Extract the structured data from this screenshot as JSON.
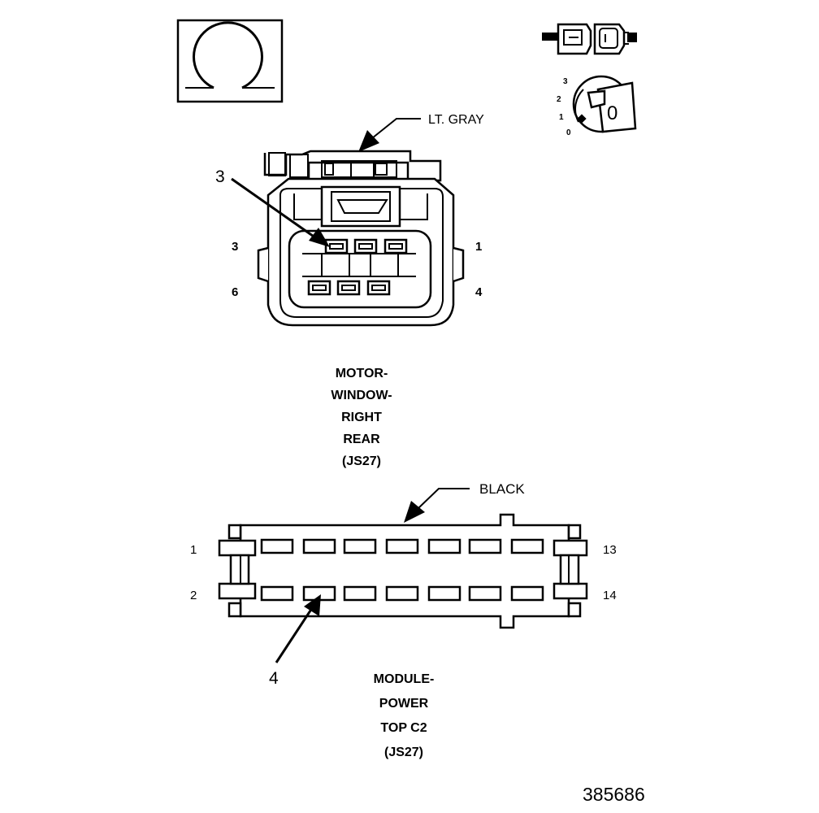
{
  "icons": {
    "ohm_symbol": "ohm-meter-icon",
    "connector_pair": "connector-pair-icon",
    "ignition": "ignition-switch-icon",
    "ignition_key_label": "0",
    "ignition_positions": [
      "3",
      "2",
      "1",
      "0"
    ]
  },
  "connector_top": {
    "color_label": "LT. GRAY",
    "callout": "3",
    "pin_labels": {
      "top_left": "3",
      "top_right": "1",
      "bottom_left": "6",
      "bottom_right": "4"
    },
    "name_lines": [
      "MOTOR-",
      "WINDOW-",
      "RIGHT",
      "REAR",
      "(JS27)"
    ]
  },
  "connector_bottom": {
    "color_label": "BLACK",
    "callout": "4",
    "pin_labels": {
      "top_left": "1",
      "bottom_left": "2",
      "top_right": "13",
      "bottom_right": "14"
    },
    "name_lines": [
      "MODULE-",
      "POWER",
      "TOP C2",
      "(JS27)"
    ]
  },
  "figure_number": "385686"
}
